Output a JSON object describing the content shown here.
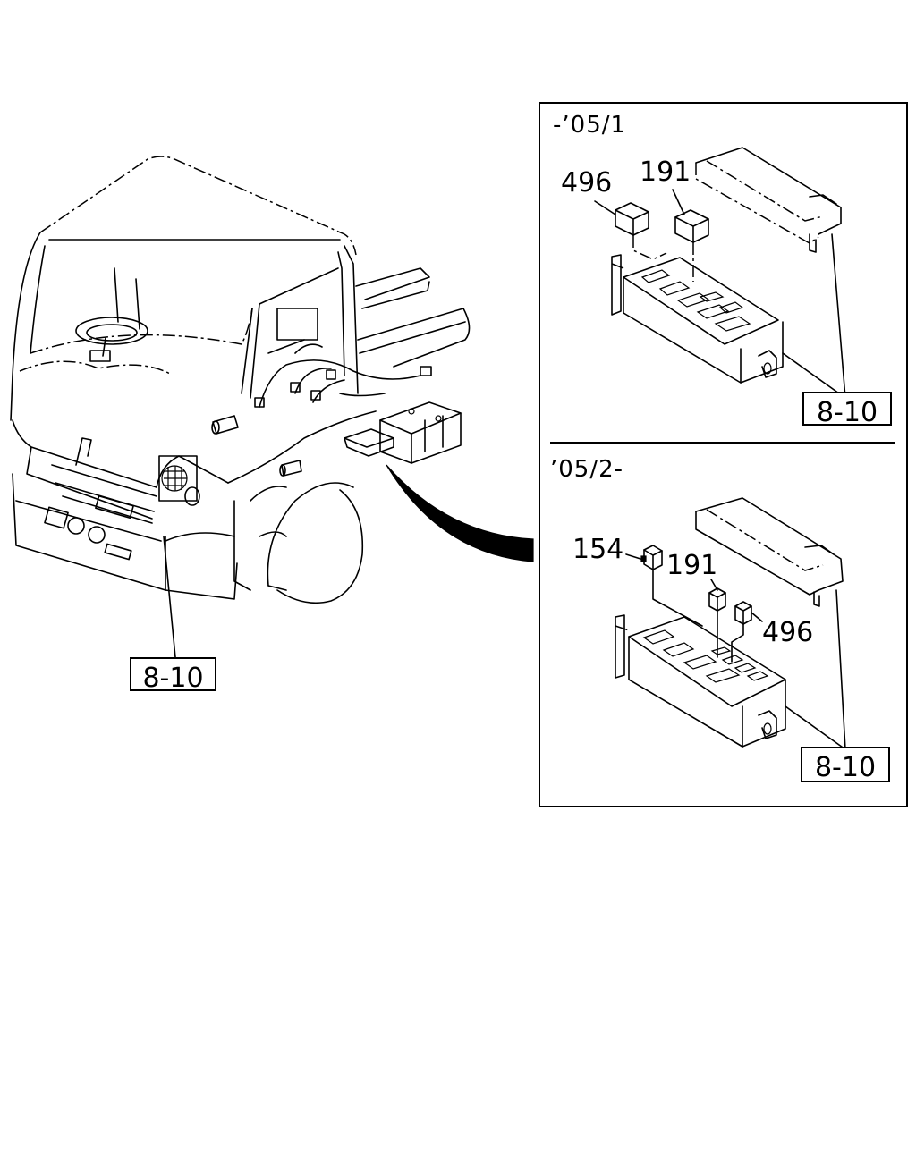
{
  "diagram": {
    "main_callout": "8-10",
    "upper_panel": {
      "year_label": "-’05/1",
      "part_a": "496",
      "part_b": "191",
      "callout": "8-10"
    },
    "lower_panel": {
      "year_label": "’05/2-",
      "part_a": "154",
      "part_b": "191",
      "part_c": "496",
      "callout": "8-10"
    }
  }
}
